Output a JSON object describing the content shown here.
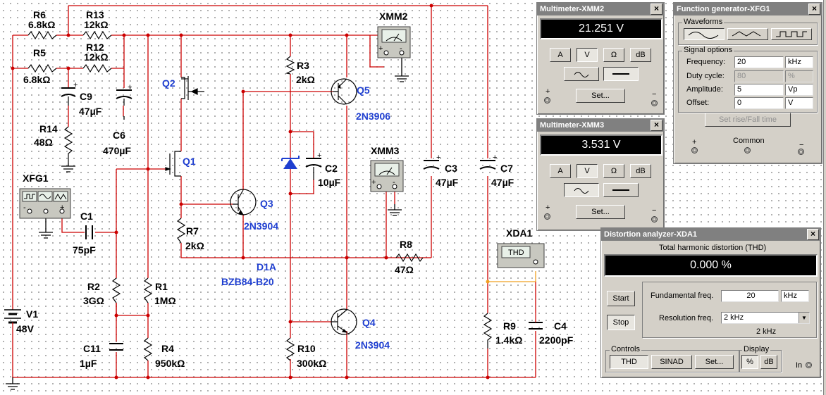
{
  "components": {
    "R6": {
      "name": "R6",
      "value": "6.8kΩ"
    },
    "R13": {
      "name": "R13",
      "value": "12kΩ"
    },
    "R12": {
      "name": "R12",
      "value": "12kΩ"
    },
    "R5": {
      "name": "R5",
      "value": "6.8kΩ"
    },
    "C9": {
      "name": "C9",
      "value": "47µF"
    },
    "C6": {
      "name": "C6",
      "value": "470µF"
    },
    "R14": {
      "name": "R14",
      "value": "48Ω"
    },
    "Q2": {
      "name": "Q2"
    },
    "Q1": {
      "name": "Q1"
    },
    "R3": {
      "name": "R3",
      "value": "2kΩ"
    },
    "Q5": {
      "name": "Q5",
      "model": "2N3906"
    },
    "C2": {
      "name": "C2",
      "value": "10µF"
    },
    "Q3": {
      "name": "Q3",
      "model": "2N3904"
    },
    "R7": {
      "name": "R7",
      "value": "2kΩ"
    },
    "D1A": {
      "name": "D1A",
      "model": "BZB84-B20"
    },
    "R8": {
      "name": "R8",
      "value": "47Ω"
    },
    "C3": {
      "name": "C3",
      "value": "47µF"
    },
    "C7": {
      "name": "C7",
      "value": "47µF"
    },
    "C1": {
      "name": "C1",
      "value": "75pF"
    },
    "R2": {
      "name": "R2",
      "value": "3GΩ"
    },
    "R1": {
      "name": "R1",
      "value": "1MΩ"
    },
    "C11": {
      "name": "C11",
      "value": "1µF"
    },
    "R4": {
      "name": "R4",
      "value": "950kΩ"
    },
    "R10": {
      "name": "R10",
      "value": "300kΩ"
    },
    "Q4": {
      "name": "Q4",
      "model": "2N3904"
    },
    "R9": {
      "name": "R9",
      "value": "1.4kΩ"
    },
    "C4": {
      "name": "C4",
      "value": "2200pF"
    },
    "V1": {
      "name": "V1",
      "value": "48V"
    },
    "XMM2": {
      "name": "XMM2"
    },
    "XMM3": {
      "name": "XMM3"
    },
    "XFG1": {
      "name": "XFG1"
    },
    "XDA1": {
      "name": "XDA1",
      "display": "THD"
    }
  },
  "pin_marks": {
    "plus": "+",
    "minus": "-",
    "polarity": "+"
  },
  "multimeter_xmm2": {
    "title": "Multimeter-XMM2",
    "reading": "21.251 V",
    "buttons": [
      "A",
      "V",
      "Ω",
      "dB"
    ],
    "set_label": "Set...",
    "plus": "+",
    "minus": "−"
  },
  "multimeter_xmm3": {
    "title": "Multimeter-XMM3",
    "reading": "3.531 V",
    "buttons": [
      "A",
      "V",
      "Ω",
      "dB"
    ],
    "set_label": "Set...",
    "plus": "+",
    "minus": "−"
  },
  "function_generator": {
    "title": "Function generator-XFG1",
    "waveforms_label": "Waveforms",
    "signal_options_label": "Signal options",
    "frequency_label": "Frequency:",
    "frequency_value": "20",
    "frequency_unit": "kHz",
    "duty_label": "Duty cycle:",
    "duty_value": "80",
    "duty_unit": "%",
    "amplitude_label": "Amplitude:",
    "amplitude_value": "5",
    "amplitude_unit": "Vp",
    "offset_label": "Offset:",
    "offset_value": "0",
    "offset_unit": "V",
    "rise_fall_label": "Set rise/Fall time",
    "plus": "+",
    "common_label": "Common",
    "minus": "−"
  },
  "distortion_analyzer": {
    "title": "Distortion analyzer-XDA1",
    "heading": "Total harmonic distortion (THD)",
    "reading": "0.000 %",
    "start_label": "Start",
    "stop_label": "Stop",
    "fundamental_label": "Fundamental freq.",
    "fundamental_value": "20",
    "fundamental_unit": "kHz",
    "resolution_label": "Resolution freq.",
    "resolution_value": "2 kHz",
    "resolution_readout": "2 kHz",
    "controls_label": "Controls",
    "thd_label": "THD",
    "sinad_label": "SINAD",
    "set_label": "Set...",
    "display_label": "Display",
    "percent_label": "%",
    "db_label": "dB",
    "in_label": "In"
  },
  "colors": {
    "wire": "#cc0000",
    "orange_wire": "#f0a020",
    "blue_label": "#1f3fd0",
    "ground": "#000000"
  }
}
